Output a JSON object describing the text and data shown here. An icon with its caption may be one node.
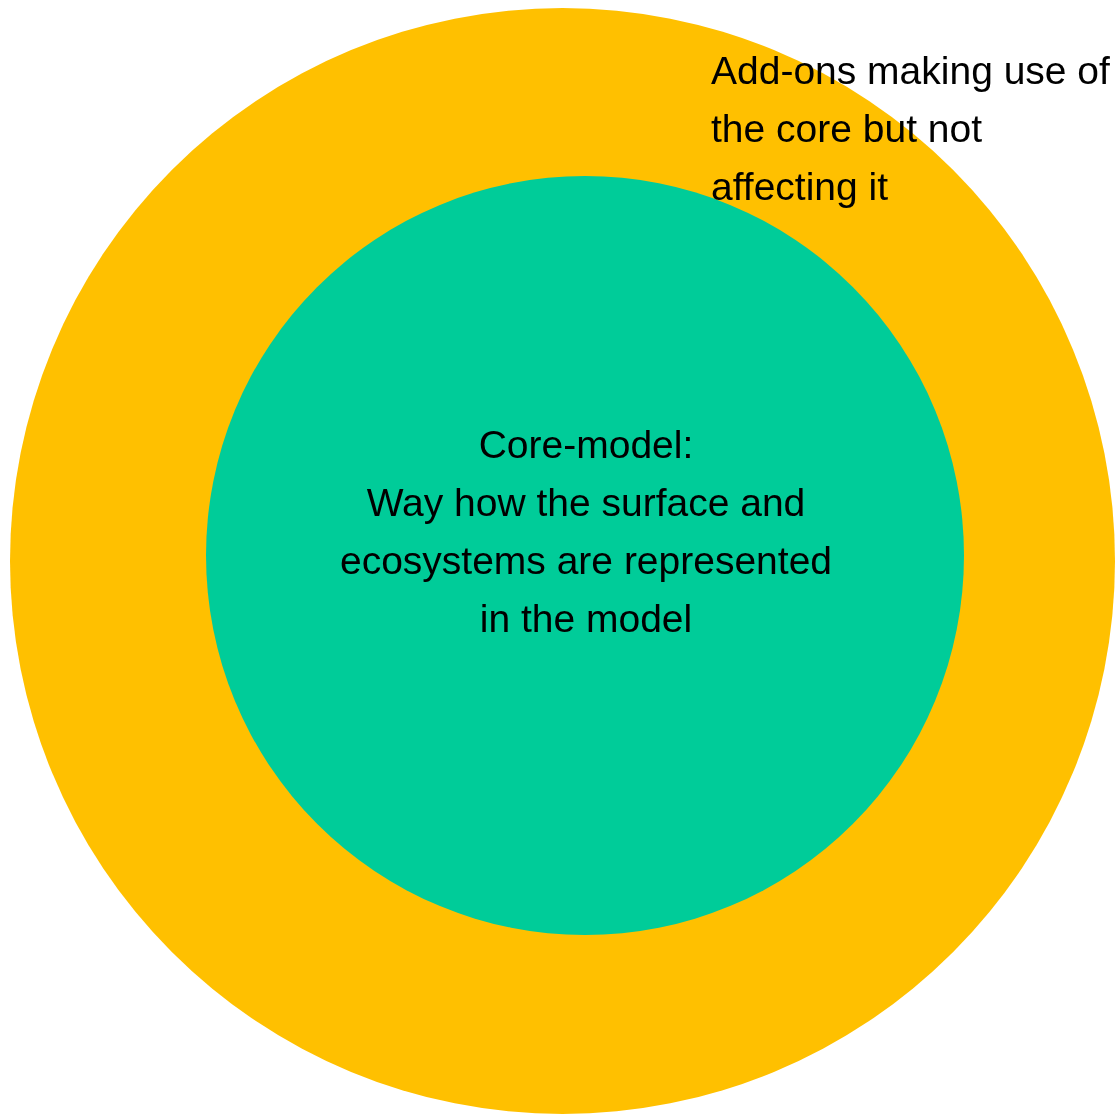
{
  "diagram": {
    "nodes": [
      {
        "text": [
          "Add-ons making use of the core but not affecting it"
        ]
      },
      {
        "text": [
          "Core-model:",
          "Way how the surface and ecosystems are represented in the model"
        ],
        "in": 0
      }
    ]
  }
}
